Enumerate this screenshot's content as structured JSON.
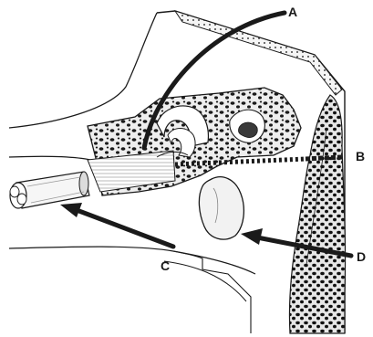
{
  "labels": {
    "a": "A",
    "b": "B",
    "c": "C",
    "d": "D"
  },
  "colors": {
    "ink": "#1a1a1a",
    "paper": "#ffffff",
    "bone_fill": "#f2f2f2",
    "cortex": "#d8d8d8"
  }
}
